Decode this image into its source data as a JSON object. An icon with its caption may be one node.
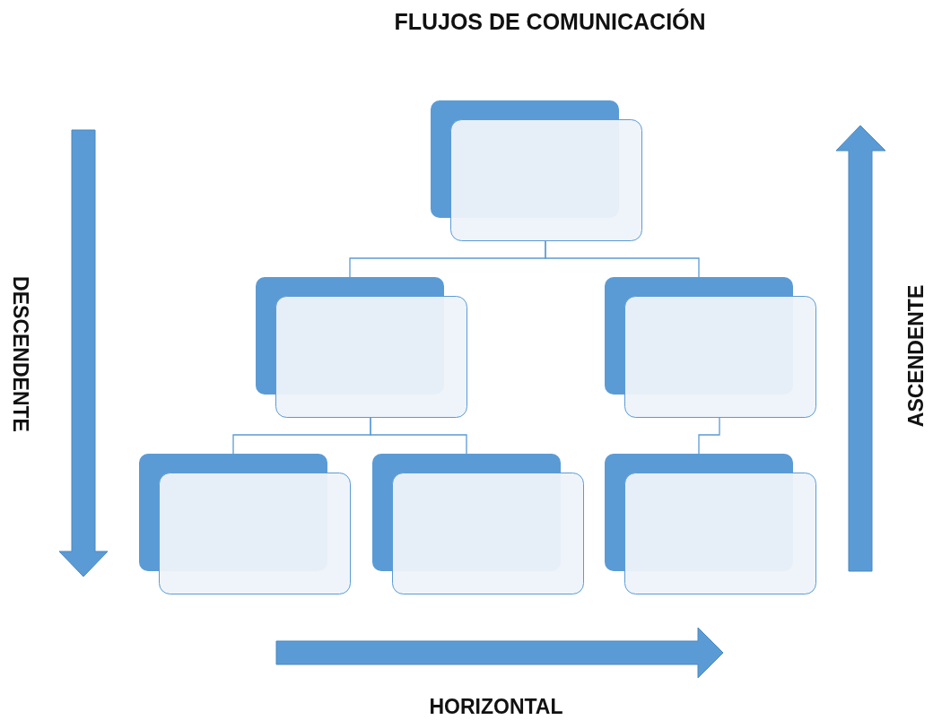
{
  "diagram": {
    "title": "FLUJOS DE COMUNICACIÓN",
    "nodes": [
      {
        "text": [],
        "shape": "box"
      },
      {
        "text": [],
        "shape": "box"
      },
      {
        "text": [],
        "shape": "box"
      },
      {
        "text": [],
        "shape": "box"
      },
      {
        "text": [],
        "shape": "box"
      },
      {
        "text": [],
        "shape": "box"
      }
    ],
    "edges": [
      {
        "from": 0,
        "to": 1,
        "arrow": "none"
      },
      {
        "from": 0,
        "to": 2,
        "arrow": "none"
      },
      {
        "from": 1,
        "to": 3,
        "arrow": "none"
      },
      {
        "from": 1,
        "to": 4,
        "arrow": "none"
      },
      {
        "from": 2,
        "to": 5,
        "arrow": "none"
      }
    ],
    "labels": [
      "DESCENDENTE",
      "ASCENDENTE",
      "HORIZONTAL"
    ]
  }
}
